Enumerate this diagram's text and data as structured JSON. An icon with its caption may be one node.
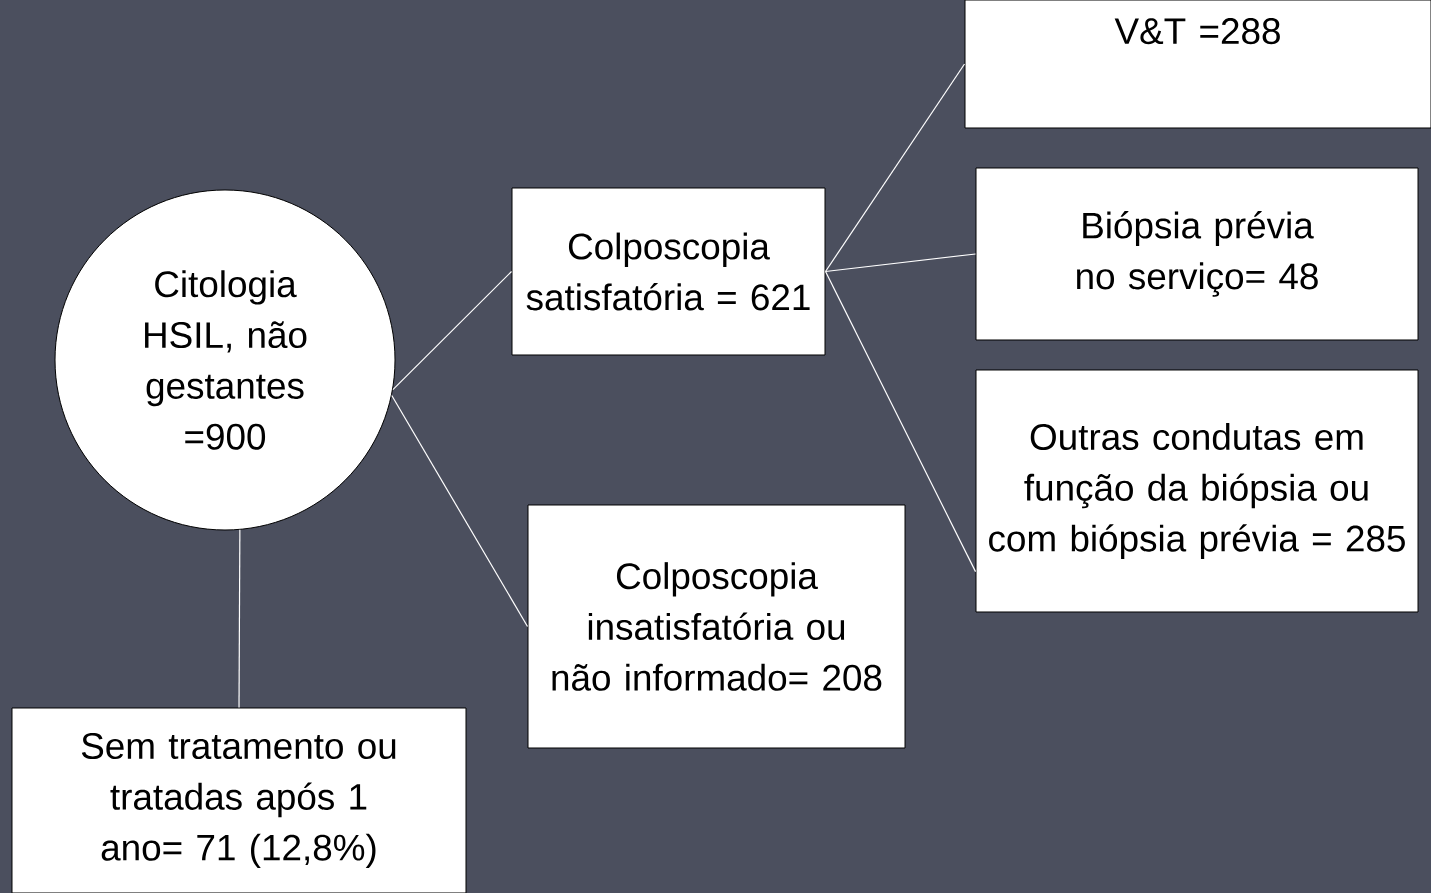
{
  "diagram": {
    "nodes": [
      {
        "text": [
          "Citologia HSIL, não gestantes =900"
        ]
      },
      {
        "text": [
          "Colposcopia satisfatória = 621"
        ]
      },
      {
        "text": [
          "Colposcopia insatisfatória ou não informado= 208"
        ]
      },
      {
        "text": [
          "V&T =288"
        ]
      },
      {
        "text": [
          "Biópsia prévia no serviço= 48"
        ]
      },
      {
        "text": [
          "Outras condutas em função da biópsia ou com biópsia prévia = 285"
        ]
      },
      {
        "text": [
          "Sem tratamento ou tratadas após 1 ano= 71 (12,8%)"
        ]
      }
    ],
    "edges": [
      {
        "from": 0,
        "to": 1,
        "arrow": "none"
      },
      {
        "from": 0,
        "to": 2,
        "arrow": "none"
      },
      {
        "from": 0,
        "to": 6,
        "arrow": "none"
      },
      {
        "from": 1,
        "to": 3,
        "arrow": "none"
      },
      {
        "from": 1,
        "to": 4,
        "arrow": "none"
      },
      {
        "from": 1,
        "to": 5,
        "arrow": "none"
      }
    ]
  }
}
